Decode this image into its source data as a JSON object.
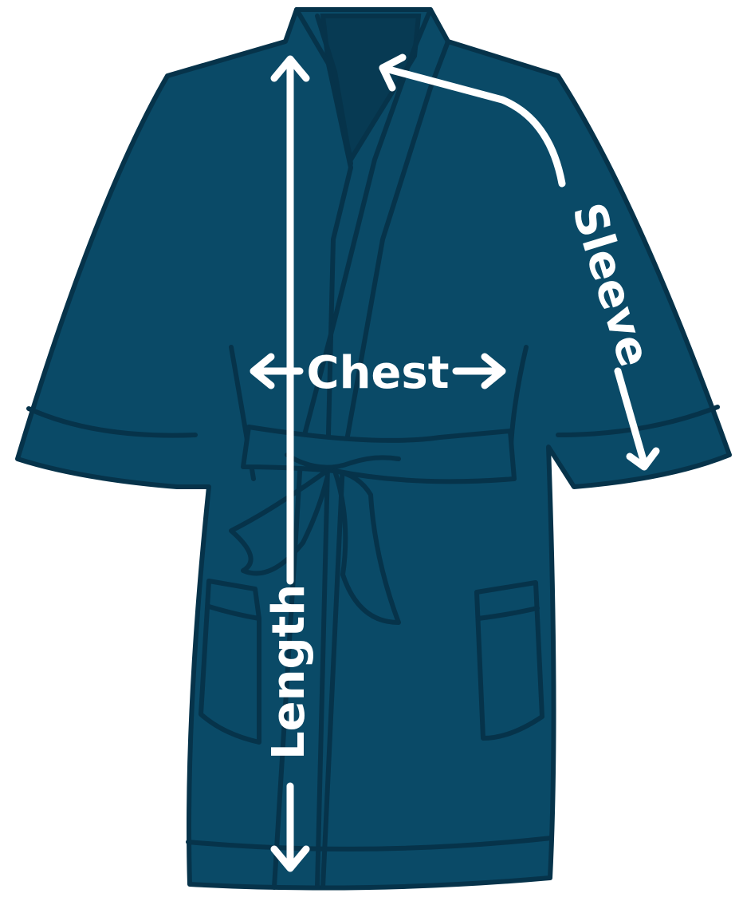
{
  "diagram": {
    "subject": "robe",
    "measurements": {
      "length": "Length",
      "chest": "Chest",
      "sleeve": "Sleeve"
    }
  },
  "colors": {
    "robe": "#0a4a67",
    "robe_outline": "#06334a",
    "inner_collar": "#073a53",
    "arrows": "#ffffff",
    "background": "#ffffff"
  }
}
